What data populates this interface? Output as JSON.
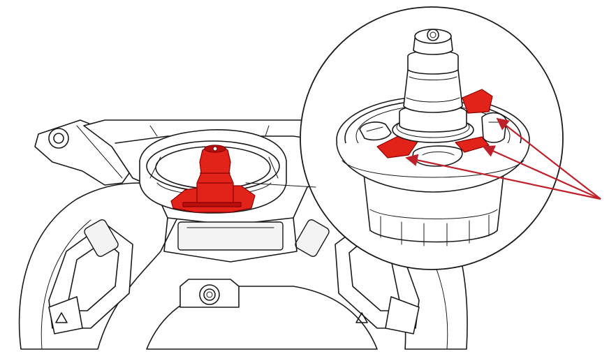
{
  "figure": {
    "colors": {
      "line": "#1a1a1a",
      "highlight": "#e2231a",
      "highlight_dark": "#b80f0f",
      "arrow": "#c0202a",
      "background": "#ffffff"
    },
    "main_view": {
      "highlighted_part": "red-center-spindle-assembly"
    },
    "detail_view": {
      "shape": "circle",
      "highlighted_tabs": 3,
      "callout_arrows": 3
    }
  }
}
